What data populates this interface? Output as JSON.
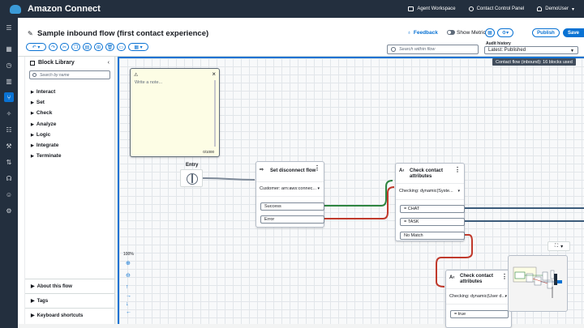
{
  "app": {
    "title": "Amazon Connect"
  },
  "topbar": {
    "agent_workspace": "Agent Workspace",
    "contact_control_panel": "Contact Control Panel",
    "user": "DemoUser"
  },
  "header": {
    "flow_title": "Sample inbound flow (first contact experience)",
    "feedback": "Feedback",
    "show_metrics": "Show Metrics",
    "publish": "Publish",
    "save": "Save",
    "search_placeholder": "Search within flow",
    "audit_label": "Audit history",
    "audit_value": "Latest: Published"
  },
  "library": {
    "title": "Block Library",
    "search_placeholder": "Search by name",
    "categories": [
      "Interact",
      "Set",
      "Check",
      "Analyze",
      "Logic",
      "Integrate",
      "Terminate"
    ],
    "bottom": [
      "About this flow",
      "Tags",
      "Keyboard shortcuts"
    ]
  },
  "canvas": {
    "status": "Contact flow (inbound): 16 blocks used",
    "note_placeholder": "Write a note...",
    "note_count": "0/1000",
    "entry_label": "Entry",
    "zoom": "100%"
  },
  "blocks": {
    "disconnect": {
      "title": "Set disconnect flow",
      "sub": "Customer: arn:aws:connec...",
      "branches": [
        "Success",
        "Error"
      ]
    },
    "check1": {
      "title_line1": "Check contact",
      "title_line2": "attributes",
      "sub": "Checking: dynamic(Syste...",
      "branches": [
        "= CHAT",
        "= TASK",
        "No Match"
      ]
    },
    "check2": {
      "title_line1": "Check contact",
      "title_line2": "attributes",
      "sub": "Checking: dynamic(User d...",
      "branches": [
        "= true"
      ]
    }
  },
  "colors": {
    "accent": "#0972d3",
    "success_line": "#2e8540",
    "error_line": "#c0392b",
    "nav": "#232f3e"
  }
}
